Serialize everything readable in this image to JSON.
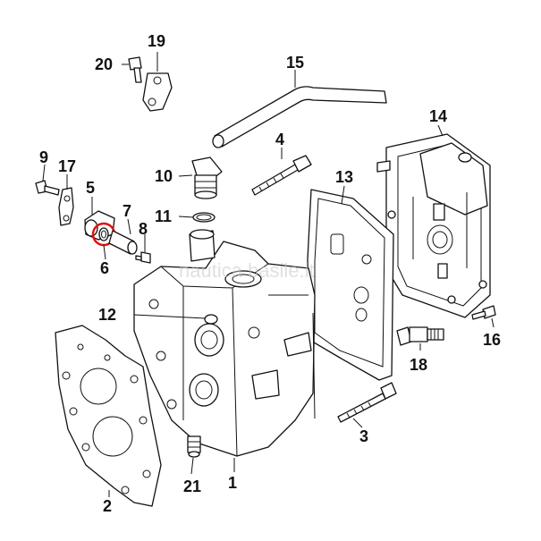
{
  "diagram": {
    "watermark": "nautica basile.it",
    "highlight_color": "#e01010",
    "callouts": {
      "c1": "1",
      "c2": "2",
      "c3": "3",
      "c4": "4",
      "c5": "5",
      "c6": "6",
      "c7": "7",
      "c8": "8",
      "c9": "9",
      "c10": "10",
      "c11": "11",
      "c12": "12",
      "c13": "13",
      "c14": "14",
      "c15": "15",
      "c16": "16",
      "c17": "17",
      "c18": "18",
      "c19": "19",
      "c20": "20",
      "c21": "21"
    }
  }
}
